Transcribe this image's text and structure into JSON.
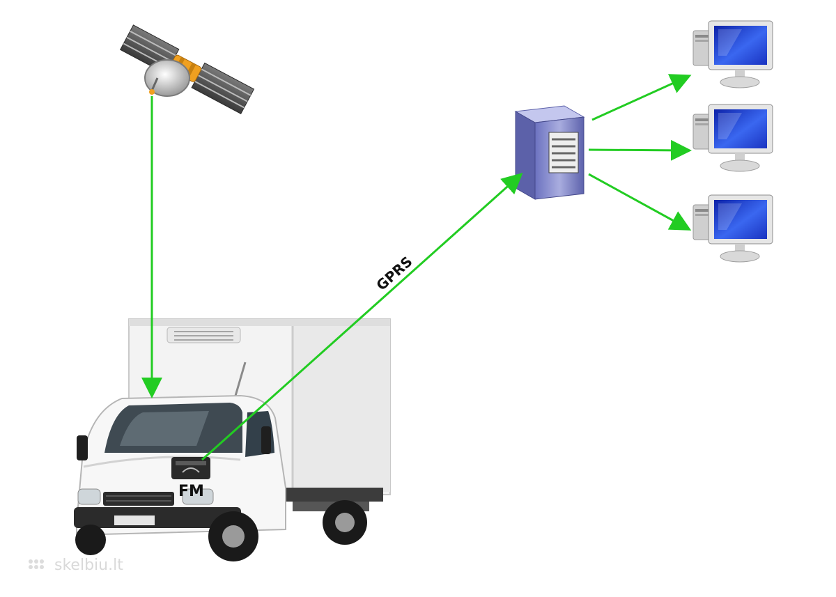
{
  "labels": {
    "gprs": "GPRS",
    "device": "FM",
    "watermark": "skelbiu.lt"
  },
  "colors": {
    "connection": "#22cc22",
    "truck_body": "#f4f4f4",
    "server_body": "#8a8fd0",
    "monitor_screen": "#1f3fd6"
  },
  "nodes": {
    "satellite": "satellite-icon",
    "truck": "truck-icon",
    "server": "server-icon",
    "clients": [
      "computer-icon",
      "computer-icon",
      "computer-icon"
    ]
  }
}
